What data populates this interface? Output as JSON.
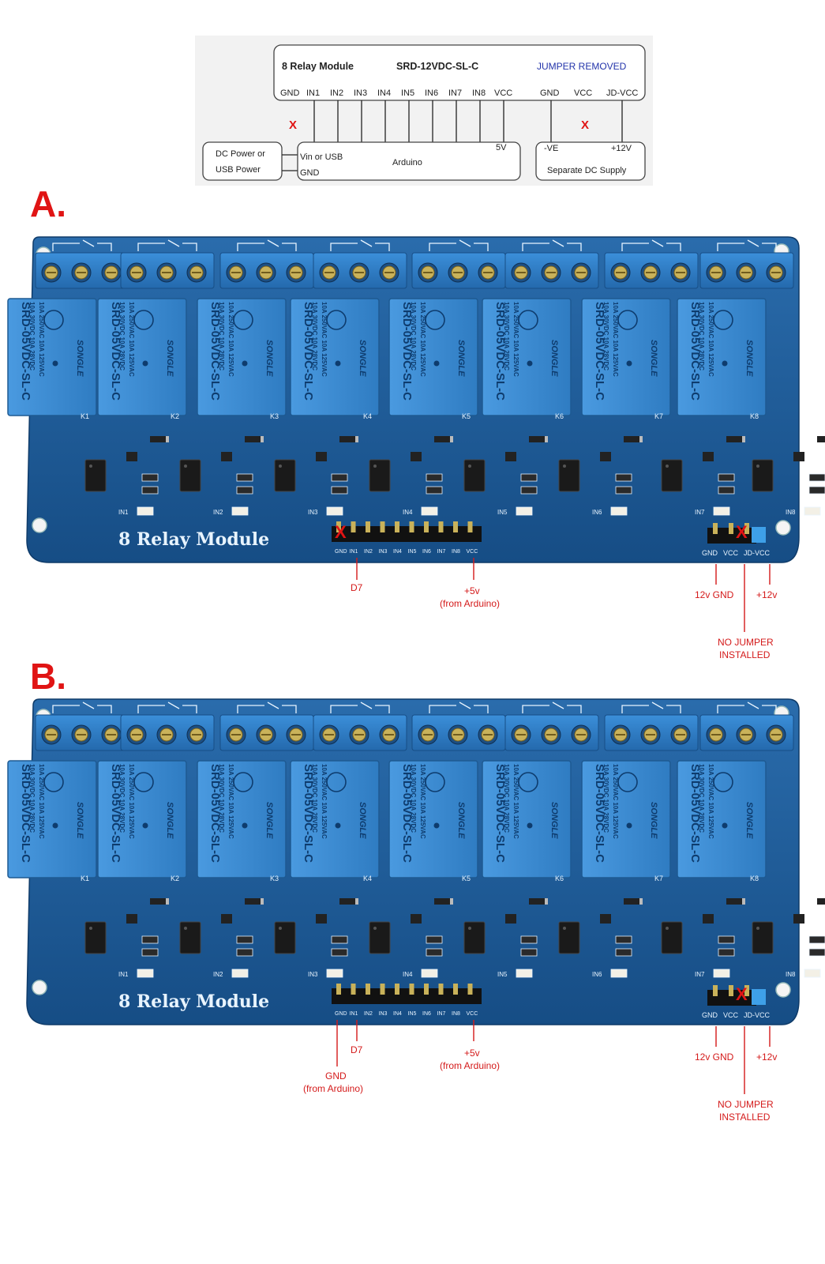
{
  "schematic": {
    "module_title": "8 Relay Module",
    "model": "SRD-12VDC-SL-C",
    "jumper_note": "JUMPER REMOVED",
    "input_pins": [
      "GND",
      "IN1",
      "IN2",
      "IN3",
      "IN4",
      "IN5",
      "IN6",
      "IN7",
      "IN8",
      "VCC"
    ],
    "power_pins": [
      "GND",
      "VCC",
      "JD-VCC"
    ],
    "dc_box_line1": "DC Power or",
    "dc_box_line2": "USB Power",
    "arduino_vin": "Vin or USB",
    "arduino_gnd": "GND",
    "arduino_label": "Arduino",
    "arduino_5v": "5V",
    "supply_neg": "-VE",
    "supply_pos": "+12V",
    "supply_label": "Separate DC Supply",
    "x_mark": "X"
  },
  "boards": {
    "board_title": "8 Relay Module",
    "relay_model": "SRD-05VDC-SL-C",
    "relay_brand": "SONGLE",
    "relay_rating1": "10A 250VAC 10A 125VAC",
    "relay_rating2": "10A 30VDC 10A 28VDC",
    "header_pins": [
      "GND",
      "IN1",
      "IN2",
      "IN3",
      "IN4",
      "IN5",
      "IN6",
      "IN7",
      "IN8",
      "VCC"
    ],
    "power_pins": [
      "GND",
      "VCC",
      "JD-VCC"
    ],
    "relay_ids": [
      "K1",
      "K2",
      "K3",
      "K4",
      "K5",
      "K6",
      "K7",
      "K8"
    ],
    "led_labels": [
      "IN1",
      "IN2",
      "IN3",
      "IN4",
      "IN5",
      "IN6",
      "IN7",
      "IN8"
    ]
  },
  "panel_a": {
    "label": "A.",
    "d7": "D7",
    "plus5_line1": "+5v",
    "plus5_line2": "(from Arduino)",
    "gnd12": "12v GND",
    "plus12": "+12v",
    "nojumper_line1": "NO JUMPER",
    "nojumper_line2": "INSTALLED"
  },
  "panel_b": {
    "label": "B.",
    "d7": "D7",
    "gnd_line1": "GND",
    "gnd_line2": "(from Arduino)",
    "plus5_line1": "+5v",
    "plus5_line2": "(from Arduino)",
    "gnd12": "12v GND",
    "plus12": "+12v",
    "nojumper_line1": "NO JUMPER",
    "nojumper_line2": "INSTALLED"
  },
  "colors": {
    "pcb": "#1f5e9a",
    "relay": "#3e8fd4",
    "terminal": "#2e7fc8",
    "annotation": "#d41a1a",
    "jumper_note": "#2233aa"
  }
}
